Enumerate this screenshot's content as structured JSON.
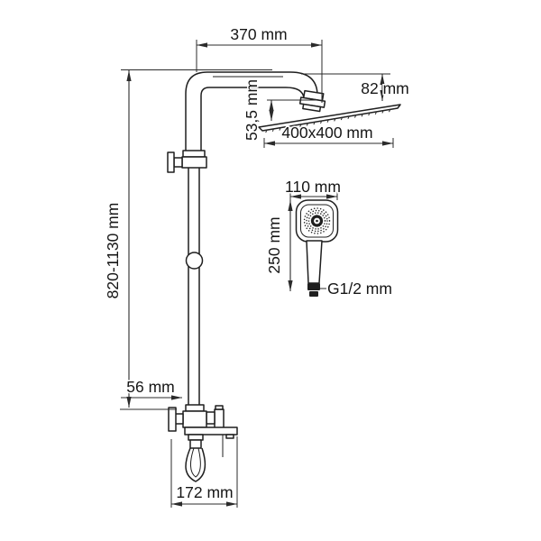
{
  "drawing": {
    "labels": {
      "arm_width": "370 mm",
      "head_offset": "82 mm",
      "head_depth": "53,5 mm",
      "head_size": "400x400 mm",
      "hand_width": "110 mm",
      "hand_length": "250 mm",
      "thread": "G1/2 mm",
      "height_range": "820-1130 mm",
      "wall_offset": "56 mm",
      "base_depth": "172 mm"
    },
    "colors": {
      "line": "#1f1f1f",
      "dimension": "#2b2b2b",
      "background": "#ffffff"
    }
  }
}
